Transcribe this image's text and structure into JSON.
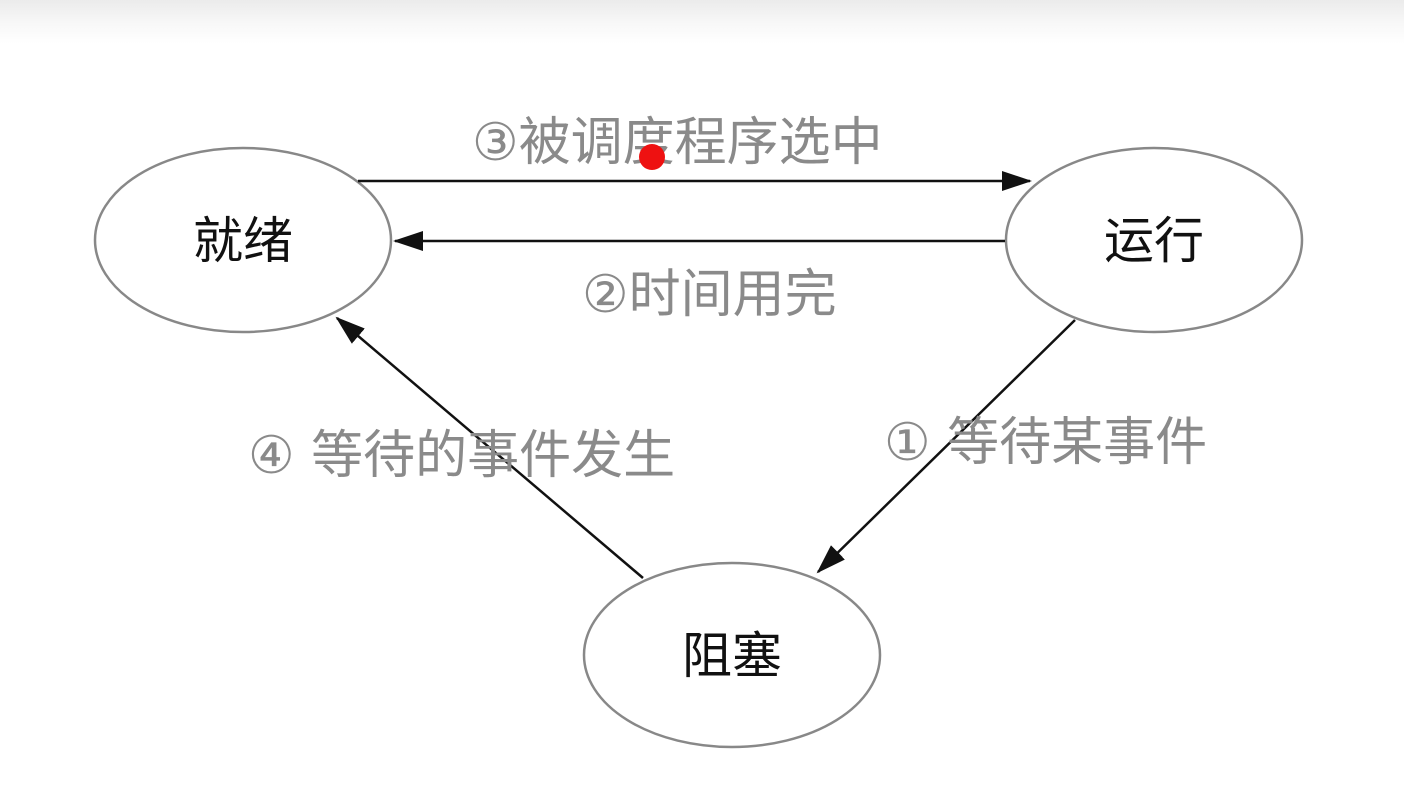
{
  "states": {
    "ready": "就绪",
    "running": "运行",
    "blocked": "阻塞"
  },
  "transitions": {
    "scheduled": "③被调度程序选中",
    "timeout": "②时间用完",
    "wait_event": "① 等待某事件",
    "event_occurred": "④ 等待的事件发生"
  },
  "colors": {
    "node_stroke": "#888888",
    "edge": "#111111",
    "edge_label": "#8a8a8a",
    "pointer_dot": "#ee1111"
  }
}
